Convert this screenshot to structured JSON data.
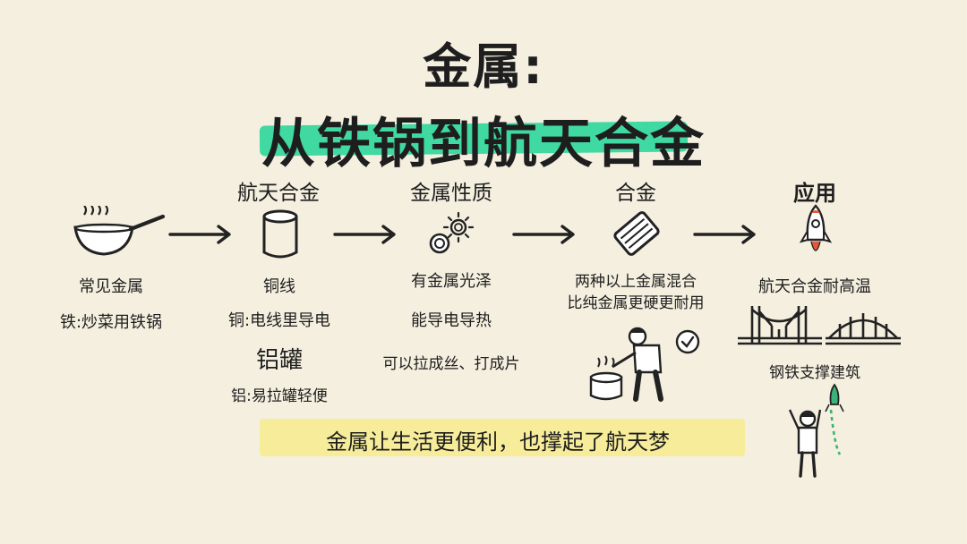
{
  "title": {
    "line1": "金属:",
    "line2": "从铁锅到航天合金"
  },
  "stages": [
    {
      "heading": "",
      "lines": [
        "常见金属",
        "铁:炒菜用铁锅"
      ],
      "icon": "wok-icon"
    },
    {
      "heading": "航天合金",
      "lines": [
        "铜线",
        "铜:电线里导电",
        "铝罐",
        "铝:易拉罐轻便"
      ],
      "icon": "can-icon"
    },
    {
      "heading": "金属性质",
      "lines": [
        "有金属光泽",
        "能导电导热",
        "可以拉成丝、打成片"
      ],
      "icon": "sparkle-icon"
    },
    {
      "heading": "合金",
      "lines": [
        "两种以上金属混合",
        "比纯金属更硬更耐用"
      ],
      "icon": "alloy-bars-icon"
    },
    {
      "heading": "应用",
      "lines": [
        "航天合金耐高温",
        "钢铁支撑建筑"
      ],
      "icon": "rocket-icon"
    }
  ],
  "footer": "金属让生活更便利，也撑起了航天梦",
  "colors": {
    "background": "#f4efdf",
    "title_highlight": "#3fd9a1",
    "footer_highlight": "#f6ec9a",
    "rocket_accent": "#e05a3a",
    "rocket_green": "#3ab27a"
  }
}
